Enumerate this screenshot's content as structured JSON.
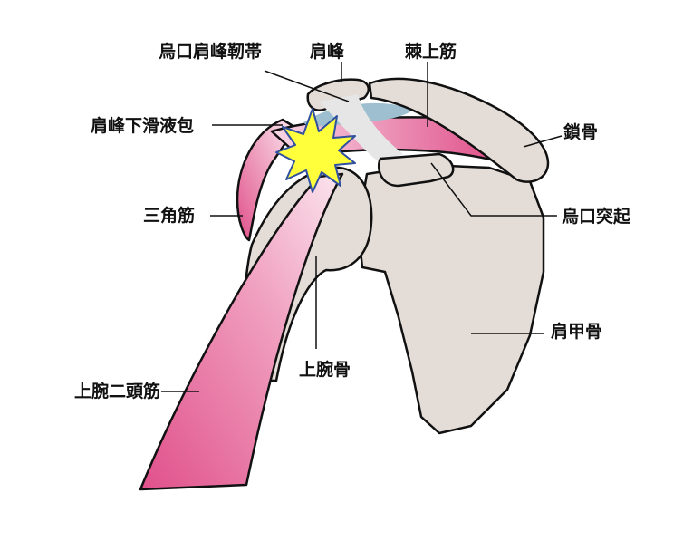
{
  "title": "肩関節の解剖図（インピンジメント）",
  "labels": {
    "coracoacromial_ligament": "烏口肩峰靭帯",
    "acromion": "肩峰",
    "supraspinatus": "棘上筋",
    "subacromial_bursa": "肩峰下滑液包",
    "clavicle": "鎖骨",
    "deltoid": "三角筋",
    "coracoid_process": "烏口突起",
    "humerus": "上腕骨",
    "scapula": "肩甲骨",
    "biceps": "上腕二頭筋"
  },
  "colors": {
    "bone": "#e4dcd7",
    "muscle": "#e45a92",
    "bursa": "#9dbfcf",
    "ligament": "#e6e6e6",
    "impact": "#ffff3c"
  }
}
